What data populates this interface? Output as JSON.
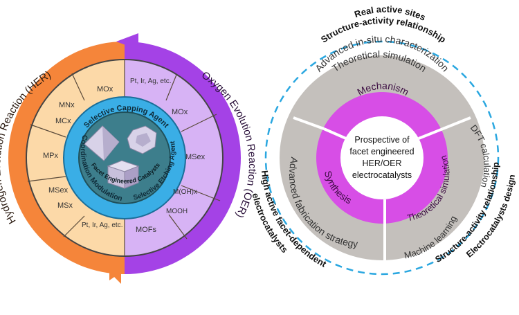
{
  "left": {
    "her_label": "Hydrogen Evolution Reaction (HER)",
    "oer_label": "Oxygen Evolution Reaction (OER)",
    "her_materials": [
      "MOx",
      "MNx",
      "MCx",
      "MPx",
      "MSex",
      "MSx",
      "Pt, Ir, Ag, etc."
    ],
    "oer_materials": [
      "Pt, Ir, Ag, etc.",
      "MOx",
      "MSex",
      "M(OH)x",
      "MOOH",
      "MOFs"
    ],
    "ring_top": "Selective Capping Agent",
    "ring_left": "Coordination Modulation",
    "ring_right": "Selective Etching Agent",
    "core": "Facet Engineered Catalysts",
    "colors": {
      "her": "#f5853a",
      "oer": "#a442e6",
      "her_fill": "#fcd9a8",
      "oer_fill": "#d7b3f5",
      "ring": "#3aaee6",
      "core": "#3d7e8c"
    }
  },
  "right": {
    "center": [
      "Prospective of",
      "facet engineered",
      "HER/OER",
      "electrocatalysts"
    ],
    "inner_top": "Mechanism",
    "inner_left": "Synthesis",
    "inner_right": "Theoretical simulation",
    "outer_top": [
      "Theoretical simulation",
      "Advanced in-situ characterization"
    ],
    "outer_left": "Advanced fabrication strategy",
    "outer_right_top": "DFT calculation",
    "outer_right_bottom": "Machine learning",
    "ring_top": [
      "Real active sites",
      "Structure-activity relationship"
    ],
    "ring_left": [
      "High active facet-dependent",
      "electrocatalysts"
    ],
    "ring_right": [
      "Structure-activity relationship",
      "Electrocatalysts design"
    ],
    "colors": {
      "inner": "#d74ee6",
      "outer": "#c4c0bc",
      "dash": "#2aa7e0"
    }
  }
}
